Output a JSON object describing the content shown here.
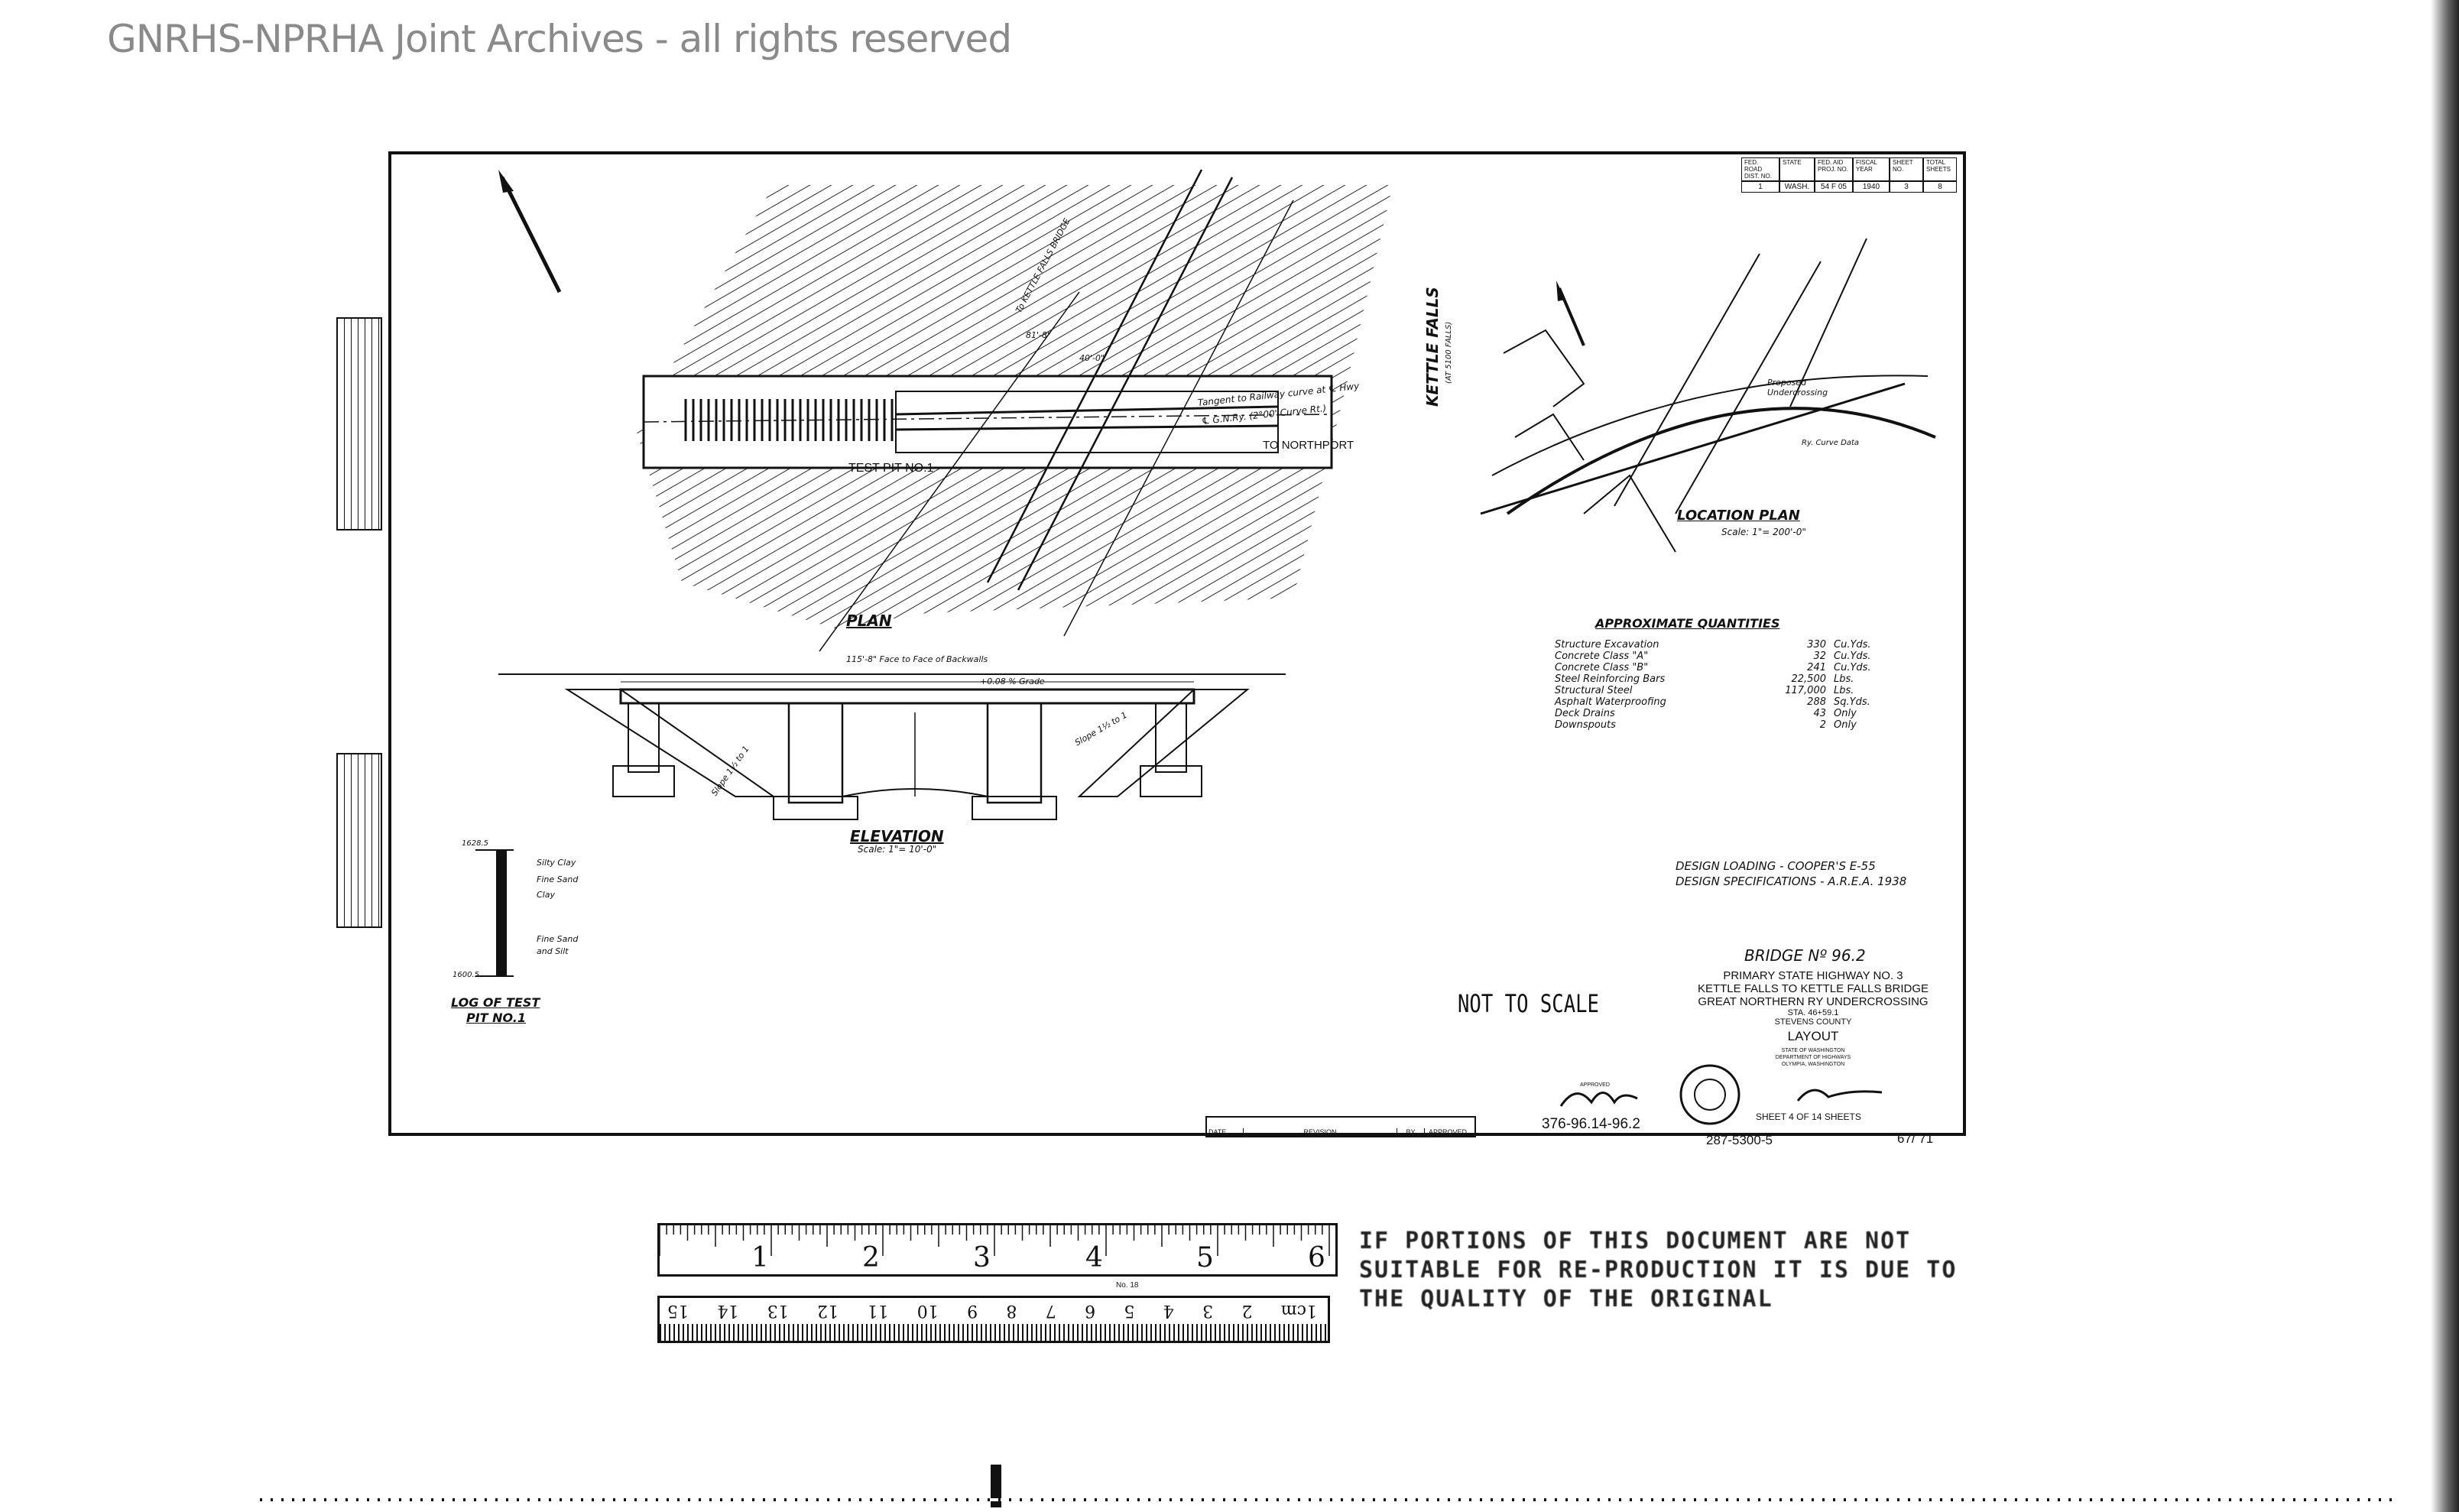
{
  "watermark": "GNRHS-NPRHA Joint Archives - all rights reserved",
  "plan": {
    "title": "PLAN",
    "test_pit_label": "TEST PIT NO.1",
    "to_northport": "TO NORTHPORT",
    "tangent_note_1": "Tangent to Railway curve at ℄ Hwy",
    "tangent_note_2": "℄ G.N.Ry. (2°00' Curve Rt.)",
    "kettle_falls_bridge": "To KETTLE FALLS BRIDGE",
    "dim_1": "81'-8\"",
    "dim_2": "40'-0\""
  },
  "elevation": {
    "title": "ELEVATION",
    "scale": "Scale: 1\"= 10'-0\"",
    "span_note": "115'-8\" Face to Face of Backwalls",
    "grade_note": "+0.08 % Grade",
    "slope_left": "Slope 1½ to 1",
    "slope_right": "Slope 1½ to 1"
  },
  "location_plan": {
    "town": "KETTLE FALLS",
    "town_sub": "(AT 5100 FALLS)",
    "title": "LOCATION PLAN",
    "scale": "Scale: 1\"= 200'-0\"",
    "proposed": "Proposed Undercrossing",
    "curve_data": "Ry. Curve Data"
  },
  "quantities": {
    "title": "APPROXIMATE QUANTITIES",
    "items": [
      {
        "name": "Structure Excavation",
        "qty": "330",
        "unit": "Cu.Yds."
      },
      {
        "name": "Concrete Class \"A\"",
        "qty": "32",
        "unit": "Cu.Yds."
      },
      {
        "name": "Concrete Class \"B\"",
        "qty": "241",
        "unit": "Cu.Yds."
      },
      {
        "name": "Steel Reinforcing Bars",
        "qty": "22,500",
        "unit": "Lbs."
      },
      {
        "name": "Structural Steel",
        "qty": "117,000",
        "unit": "Lbs."
      },
      {
        "name": "Asphalt Waterproofing",
        "qty": "288",
        "unit": "Sq.Yds."
      },
      {
        "name": "Deck Drains",
        "qty": "43",
        "unit": "Only"
      },
      {
        "name": "Downspouts",
        "qty": "2",
        "unit": "Only"
      }
    ]
  },
  "design": {
    "loading": "DESIGN LOADING - COOPER'S E-55",
    "specs": "DESIGN SPECIFICATIONS - A.R.E.A. 1938"
  },
  "log": {
    "title_1": "LOG OF TEST",
    "title_2": "PIT NO.1",
    "top_elev": "1628.5",
    "bottom_elev": "1600.5",
    "layer_1": "Silty Clay",
    "layer_2": "Fine Sand",
    "layer_3": "Clay",
    "layer_4": "Fine Sand",
    "layer_5": "and Silt"
  },
  "title_block": {
    "bridge_no": "BRIDGE Nº 96.2",
    "line_1": "PRIMARY STATE HIGHWAY NO. 3",
    "line_2": "KETTLE FALLS TO KETTLE FALLS BRIDGE",
    "line_3": "GREAT NORTHERN RY UNDERCROSSING",
    "line_4": "STA. 46+59.1",
    "line_5": "STEVENS COUNTY",
    "layout": "LAYOUT",
    "state": "STATE OF WASHINGTON",
    "dept": "DEPARTMENT OF HIGHWAYS",
    "city": "OLYMPIA, WASHINGTON",
    "approved": "APPROVED",
    "sheet": "SHEET 4  OF 14  SHEETS",
    "drawing_no": "376-96.14-96.2",
    "file_no": "287-5300-5",
    "page_no": "67/ 71",
    "revision_label": "REVISION",
    "date_label": "DATE",
    "by_label": "BY",
    "approved_label": "APPROVED"
  },
  "header_table": {
    "headers": [
      "FED. ROAD DIST. NO.",
      "STATE",
      "FED. AID PROJ. NO.",
      "FISCAL YEAR",
      "SHEET NO.",
      "TOTAL SHEETS"
    ],
    "values": [
      "1",
      "WASH.",
      "54 F 05",
      "1940",
      "3",
      "8"
    ]
  },
  "not_to_scale": "NOT TO SCALE",
  "ruler": {
    "inch_labels": [
      "1",
      "2",
      "3",
      "4",
      "5",
      "6"
    ],
    "cm_labels": [
      "1cm",
      "2",
      "3",
      "4",
      "5",
      "6",
      "7",
      "8",
      "9",
      "10",
      "11",
      "12",
      "13",
      "14",
      "15"
    ],
    "no_label": "No. 18"
  },
  "disclaimer": "IF PORTIONS OF THIS DOCUMENT ARE NOT SUITABLE FOR RE-PRODUCTION IT IS DUE TO THE QUALITY OF THE ORIGINAL"
}
